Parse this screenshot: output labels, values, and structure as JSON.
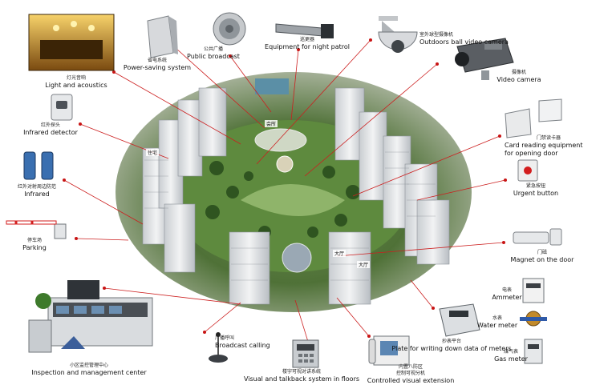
{
  "devices": {
    "light_acoustics": {
      "cn": "灯光音响",
      "en": "Light and acoustics"
    },
    "power_saving": {
      "cn": "省电系统",
      "en": "Power-saving system"
    },
    "public_broadcast": {
      "cn": "公共广播",
      "en": "Public broadcast"
    },
    "night_patrol": {
      "cn": "巡更器",
      "en": "Equipment for night patrol"
    },
    "outdoor_ball_camera": {
      "cn": "室外球型摄像机",
      "en": "Outdoors ball video camera"
    },
    "video_camera": {
      "cn": "摄像机",
      "en": "Video camera"
    },
    "infrared_detector": {
      "cn": "红外探头",
      "en": "Infrared detector"
    },
    "card_reader": {
      "cn": "门禁读卡器",
      "en1": "Card reading equipment",
      "en2": "for opening door"
    },
    "infrared": {
      "cn": "红外对射周边防范",
      "en": "Infrared"
    },
    "urgent_button": {
      "cn": "紧急按钮",
      "en": "Urgent button"
    },
    "parking": {
      "cn": "停车场",
      "en": "Parking"
    },
    "door_magnet": {
      "cn": "门磁",
      "en": "Magnet on the door"
    },
    "ammeter": {
      "cn": "电表",
      "en": "Ammeter"
    },
    "water_meter": {
      "cn": "水表",
      "en": "Water meter"
    },
    "gas_meter": {
      "cn": "煤气表",
      "en": "Gas meter"
    },
    "inspection_center": {
      "cn": "小区监控管理中心",
      "en": "Inspection and management center"
    },
    "broadcast_calling": {
      "cn": "广播呼叫",
      "en": "Broadcast calling"
    },
    "talkback": {
      "cn": "楼宇可视对讲系统",
      "en": "Visual and talkback system in floors"
    },
    "visual_extension": {
      "cn": "内置八防区",
      "cn2": "控制可视分机",
      "en": "Controlled visual extension"
    },
    "meter_plate": {
      "cn": "抄表平台",
      "en": "Plate for writing down data of meters"
    }
  },
  "map_labels": {
    "club": "会所",
    "hall": "大厅",
    "lobby": "大厅",
    "apartment": "住宅"
  },
  "colors": {
    "leader_line": "#cc1f1f",
    "dot": "#c81414",
    "greenery": "#3f6b2c",
    "building": "#e4e6e8"
  }
}
